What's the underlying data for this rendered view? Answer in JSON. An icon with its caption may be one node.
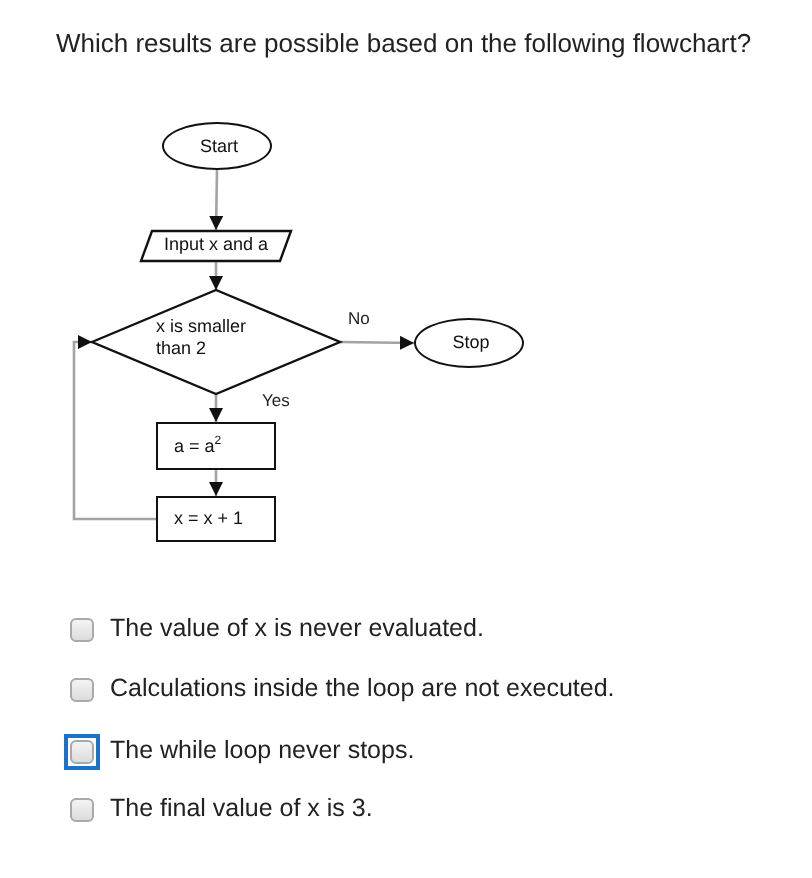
{
  "diagram": {
    "title": "Which results are possible based on the following flowchart?",
    "nodes": [
      {
        "text": [
          "Start"
        ]
      },
      {
        "text": [
          "Input x and a"
        ]
      },
      {
        "text": [
          "x is smaller than 2"
        ]
      },
      {
        "text": [
          "Stop"
        ]
      },
      {
        "text": [
          "a = a$^{2}$"
        ]
      },
      {
        "text": [
          "x = x + 1"
        ]
      }
    ],
    "edges": [
      {
        "from": 0,
        "to": 1,
        "arrow": "to"
      },
      {
        "from": 1,
        "to": 2,
        "arrow": "to"
      },
      {
        "from": 2,
        "to": 3,
        "arrow": "to",
        "label": "No"
      },
      {
        "from": 2,
        "to": 4,
        "arrow": "to",
        "label": "Yes"
      },
      {
        "from": 4,
        "to": 5,
        "arrow": "to"
      },
      {
        "from": 5,
        "to": 2,
        "arrow": "to"
      }
    ],
    "labels": [
      "The value of x is never evaluated.",
      "Calculations inside the loop are not executed.",
      "The while loop never stops.",
      "The final value of x is 3."
    ]
  }
}
